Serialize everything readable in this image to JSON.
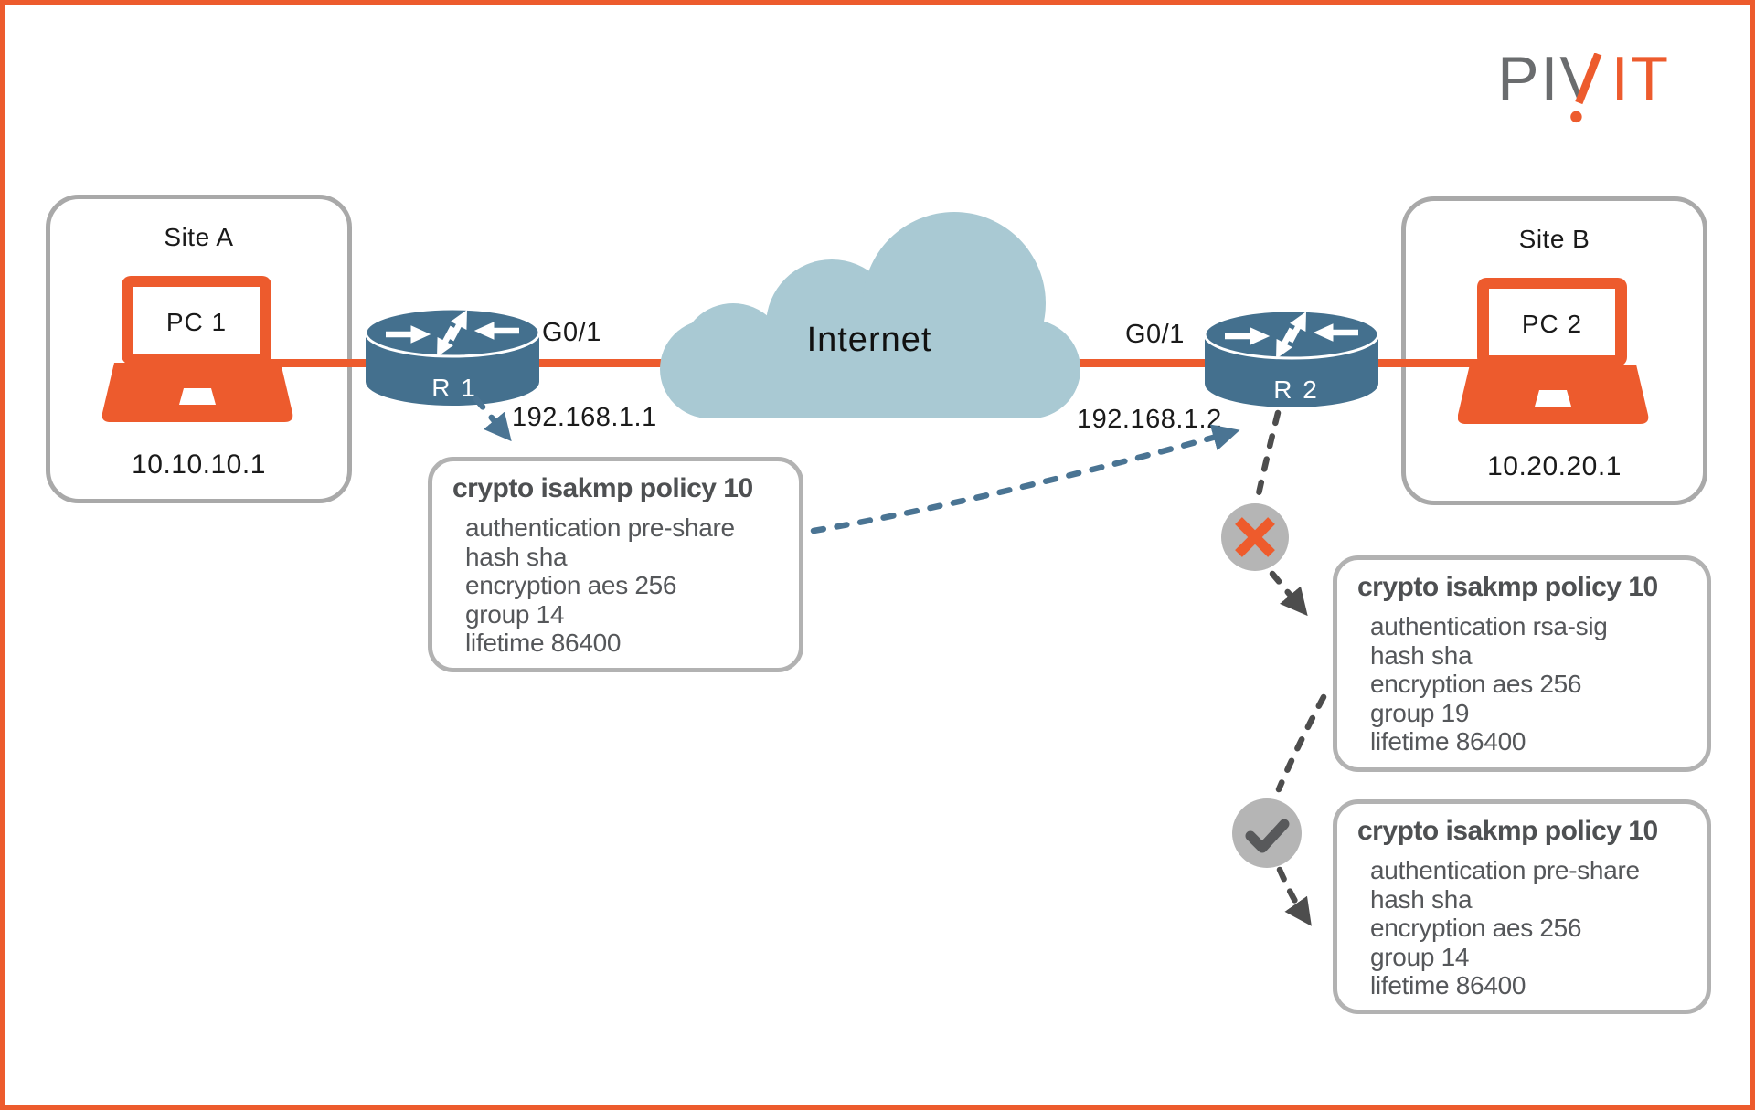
{
  "brand": {
    "logo_gray": "PIV",
    "logo_orange": "IT"
  },
  "colors": {
    "orange": "#ED5B2D",
    "router": "#44708E",
    "cloud": "#A9C9D3",
    "siteBorder": "#A9A9A9",
    "boxBorder": "#B2B2B2",
    "textDark": "#55575A",
    "circleGray": "#B5B5B5",
    "dashBlue": "#4A7493",
    "dashDark": "#4D4D4D",
    "ink": "#1A1A1A"
  },
  "sites": {
    "site_a": {
      "title": "Site A",
      "device": "PC 1",
      "ip": "10.10.10.1"
    },
    "site_b": {
      "title": "Site B",
      "device": "PC 2",
      "ip": "10.20.20.1"
    }
  },
  "network": {
    "internet_label": "Internet",
    "routers": {
      "r1": {
        "name": "R 1",
        "interface": "G0/1",
        "ip": "192.168.1.1"
      },
      "r2": {
        "name": "R 2",
        "interface": "G0/1",
        "ip": "192.168.1.2"
      }
    }
  },
  "policies": {
    "r1": {
      "title": "crypto isakmp policy 10",
      "lines": [
        "authentication pre-share",
        "hash sha",
        "encryption aes 256",
        "group 14",
        "lifetime 86400"
      ]
    },
    "r2_mismatch": {
      "title": "crypto isakmp policy 10",
      "lines": [
        "authentication rsa-sig",
        "hash sha",
        "encryption aes 256",
        "group 19",
        "lifetime 86400"
      ]
    },
    "r2_match": {
      "title": "crypto isakmp policy 10",
      "lines": [
        "authentication pre-share",
        "hash sha",
        "encryption aes 256",
        "group 14",
        "lifetime 86400"
      ]
    }
  },
  "status": {
    "mismatch_icon": "x",
    "match_icon": "check"
  }
}
